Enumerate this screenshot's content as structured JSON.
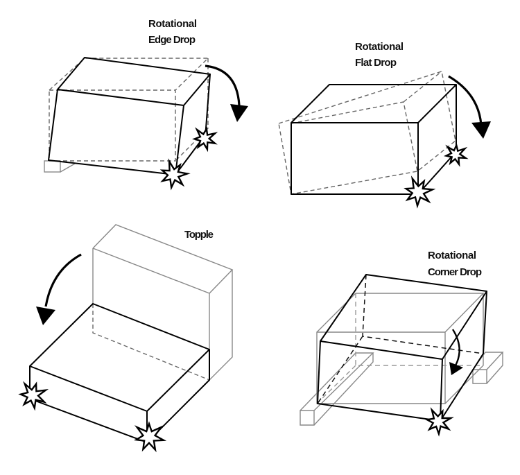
{
  "panels": [
    {
      "id": "edge-drop",
      "title_line1": "Rotational",
      "title_line2": "Edge Drop"
    },
    {
      "id": "flat-drop",
      "title_line1": "Rotational",
      "title_line2": "Flat Drop"
    },
    {
      "id": "topple",
      "title_line1": "Topple"
    },
    {
      "id": "corner-drop",
      "title_line1": "Rotational",
      "title_line2": "Corner Drop"
    }
  ],
  "icons": [
    "curved-arrow-icon",
    "impact-star-icon"
  ]
}
